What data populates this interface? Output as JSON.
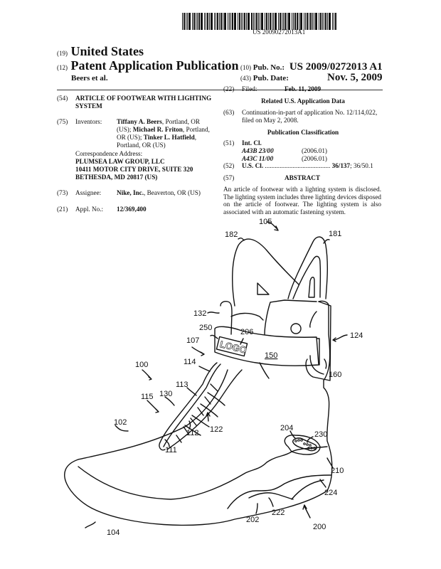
{
  "barcode": {
    "number": "US 20090272013A1"
  },
  "header": {
    "country_code": "(19)",
    "country": "United States",
    "type_code": "(12)",
    "type": "Patent Application Publication",
    "authors": "Beers et al.",
    "pub_no_code": "(10)",
    "pub_no_label": "Pub. No.:",
    "pub_no": "US 2009/0272013 A1",
    "pub_date_code": "(43)",
    "pub_date_label": "Pub. Date:",
    "pub_date": "Nov. 5, 2009"
  },
  "left": {
    "title_code": "(54)",
    "title_line1": "ARTICLE OF FOOTWEAR WITH LIGHTING",
    "title_line2": "SYSTEM",
    "inventors_code": "(75)",
    "inventors_label": "Inventors:",
    "inventors": [
      {
        "name": "Tiffany A. Beers",
        "loc": ", Portland, OR"
      },
      {
        "name": "Michael R. Friton",
        "loc": ", Portland,"
      },
      {
        "name": "Tinker L. Hatfield",
        "loc": ","
      }
    ],
    "inventors_line2_prefix": "(US); ",
    "inventors_line3_prefix": "OR (US); ",
    "inventors_line4": "Portland, OR (US)",
    "correspondence_label": "Correspondence Address:",
    "correspondence": [
      "PLUMSEA LAW GROUP, LLC",
      "10411 MOTOR CITY DRIVE, SUITE 320",
      "BETHESDA, MD 20817 (US)"
    ],
    "assignee_code": "(73)",
    "assignee_label": "Assignee:",
    "assignee_name": "Nike, Inc.",
    "assignee_loc": ", Beaverton, OR (US)",
    "appl_code": "(21)",
    "appl_label": "Appl. No.:",
    "appl_no": "12/369,400"
  },
  "right": {
    "filed_code": "(22)",
    "filed_label": "Filed:",
    "filed_date": "Feb. 11, 2009",
    "related_heading": "Related U.S. Application Data",
    "cont_code": "(63)",
    "cont_line1": "Continuation-in-part of application No. 12/114,022,",
    "cont_line2": "filed on May 2, 2008.",
    "classification_heading": "Publication Classification",
    "intcl_code": "(51)",
    "intcl_label": "Int. Cl.",
    "intcl": [
      {
        "class": "A43B 23/00",
        "version": "(2006.01)"
      },
      {
        "class": "A43C 11/00",
        "version": "(2006.01)"
      }
    ],
    "uscl_code": "(52)",
    "uscl_label": "U.S. Cl.",
    "uscl_dots": "........................................",
    "uscl_primary": "36/137",
    "uscl_rest": "; 36/50.1",
    "abstract_code": "(57)",
    "abstract_heading": "ABSTRACT",
    "abstract_text": "An article of footwear with a lighting system is disclosed. The lighting system includes three lighting devices disposed on the article of footwear. The lighting system is also associated with an automatic fastening system."
  },
  "drawing": {
    "logo_text": "LOGO",
    "refs": {
      "r105": "105",
      "r182": "182",
      "r181": "181",
      "r132": "132",
      "r250": "250",
      "r206": "206",
      "r124": "124",
      "r107": "107",
      "r150": "150",
      "r100": "100",
      "r114": "114",
      "r160": "160",
      "r113": "113",
      "r115": "115",
      "r130": "130",
      "r102": "102",
      "r112": "112",
      "r122": "122",
      "r204": "204",
      "r230": "230",
      "r111": "111",
      "r210": "210",
      "r224": "224",
      "r222": "222",
      "r202": "202",
      "r104": "104",
      "r200": "200"
    }
  }
}
